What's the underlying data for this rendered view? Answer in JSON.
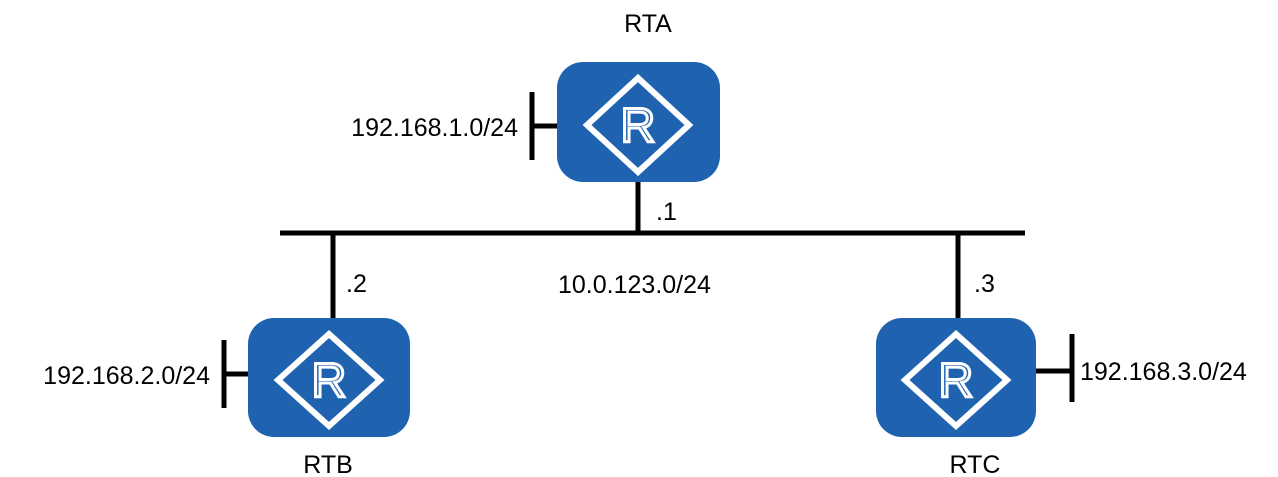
{
  "colors": {
    "router": "#1f63b0",
    "line": "#000000",
    "background": "#ffffff"
  },
  "icon": "router-icon",
  "routers": [
    {
      "name": "RTA",
      "icon_letter": "R",
      "lan": "192.168.1.0/24",
      "interface": ".1"
    },
    {
      "name": "RTB",
      "icon_letter": "R",
      "lan": "192.168.2.0/24",
      "interface": ".2"
    },
    {
      "name": "RTC",
      "icon_letter": "R",
      "lan": "192.168.3.0/24",
      "interface": ".3"
    }
  ],
  "shared_network": "10.0.123.0/24"
}
